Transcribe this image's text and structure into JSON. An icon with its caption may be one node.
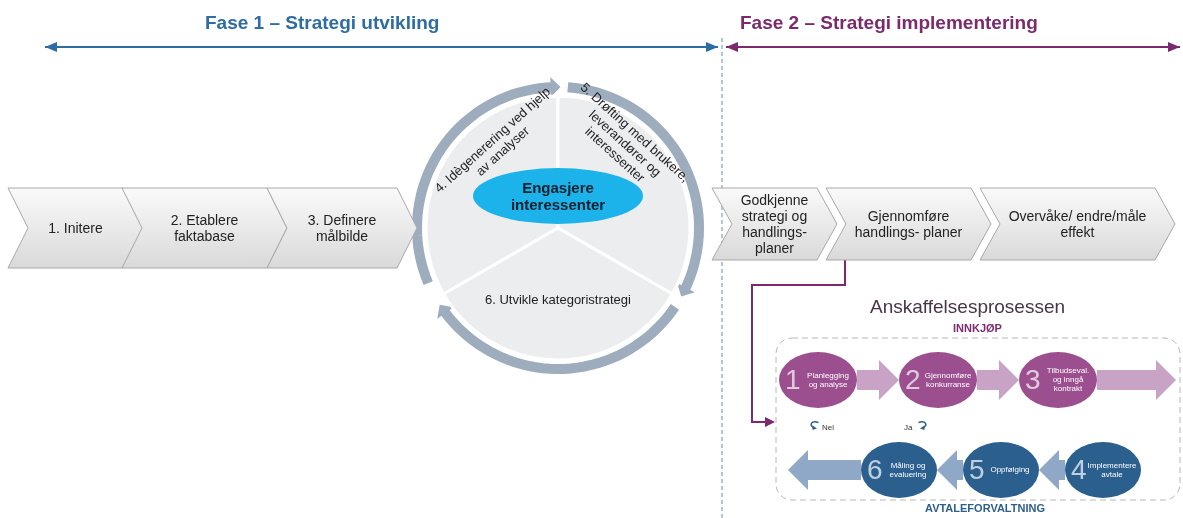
{
  "diagram": {
    "nodes": [
      {
        "text": [
          "1. Initere"
        ]
      },
      {
        "text": [
          "2. Etablere faktabase"
        ]
      },
      {
        "text": [
          "3. Definere målbilde"
        ]
      },
      {
        "text": [
          "4. Idègenerering ved hjelp av analyser"
        ]
      },
      {
        "text": [
          "5. Drøfting med brukere, leverandører og interessenter"
        ]
      },
      {
        "text": [
          "6. Utvikle kategoristrategi"
        ]
      },
      {
        "text": [
          "Engasjere interessenter"
        ]
      },
      {
        "text": [
          "Godkjenne strategi og handlings- planer"
        ]
      },
      {
        "text": [
          "Gjennomføre handlings- planer"
        ]
      },
      {
        "text": [
          "Overvåke/ endre/måle effekt"
        ]
      },
      {
        "text": [
          "Anskaffelsesprosessen",
          "INNKJØP",
          "AVTALEFORVALTNING"
        ]
      },
      {
        "text": [
          "1",
          "Planlegging og analyse"
        ],
        "in": 10
      },
      {
        "text": [
          "2",
          "Gjennomføre konkurranse"
        ],
        "in": 10
      },
      {
        "text": [
          "3",
          "Tilbudseval. og inngå kontrakt"
        ],
        "in": 10
      },
      {
        "text": [
          "4",
          "Implementere avtale"
        ],
        "in": 10
      },
      {
        "text": [
          "5",
          "Oppfølging"
        ],
        "in": 10
      },
      {
        "text": [
          "6",
          "Måling og evaluering"
        ],
        "in": 10
      }
    ],
    "edges": [
      {
        "from": 3,
        "to": 4,
        "arrow": "to",
        "color": "#9eadbd"
      },
      {
        "from": 4,
        "to": 5,
        "arrow": "to",
        "color": "#9eadbd"
      },
      {
        "from": 5,
        "to": 3,
        "arrow": "to",
        "color": "#9eadbd"
      },
      {
        "from": 8,
        "to": 10,
        "arrow": "to",
        "color": "#7b2a6e"
      },
      {
        "from": 11,
        "to": 12,
        "arrow": "to",
        "color": "#c9a3c6"
      },
      {
        "from": 12,
        "to": 13,
        "arrow": "to",
        "color": "#c9a3c6"
      },
      {
        "from": 13,
        "to": null,
        "arrow": "to",
        "color": "#c9a3c6"
      },
      {
        "from": 14,
        "to": 15,
        "arrow": "to",
        "color": "#8fa8c8"
      },
      {
        "from": 15,
        "to": 16,
        "arrow": "to",
        "color": "#8fa8c8"
      },
      {
        "from": 16,
        "to": null,
        "arrow": "to",
        "color": "#8fa8c8"
      }
    ],
    "labels": [
      "Fase 1 – Strategi utvikling",
      "Fase 2 – Strategi implementering",
      "Nei",
      "Ja"
    ]
  }
}
